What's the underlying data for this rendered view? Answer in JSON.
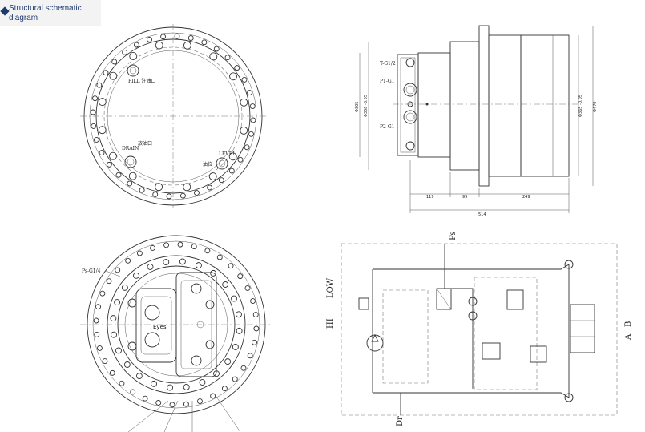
{
  "header": {
    "title": "Structural schematic diagram"
  },
  "top_view": {
    "fill_label": "FILL 注油口",
    "drain_label": "DRAIN",
    "drain_cn": "放油口",
    "level_label": "LEVEL",
    "level_cn": "油位"
  },
  "side_view": {
    "port_t": "T-G1/2",
    "port_p1": "P1-G1",
    "port_p2": "P2-G1",
    "dim_left_1": "Φ305",
    "dim_left_2": "Φ358 -0.05",
    "dim_right_1": "Φ365 -0.05",
    "dim_right_2": "Φ470",
    "dim_119": "119",
    "dim_99": "99",
    "dim_249": "249",
    "dim_514": "514"
  },
  "bottom_view": {
    "port_label": "Ps-G1/4",
    "eyes_label": "Eyes"
  },
  "hydraulic": {
    "ps": "Ps",
    "dr": "Dr",
    "low": "LOW",
    "hi": "HI",
    "a": "A",
    "b": "B"
  }
}
